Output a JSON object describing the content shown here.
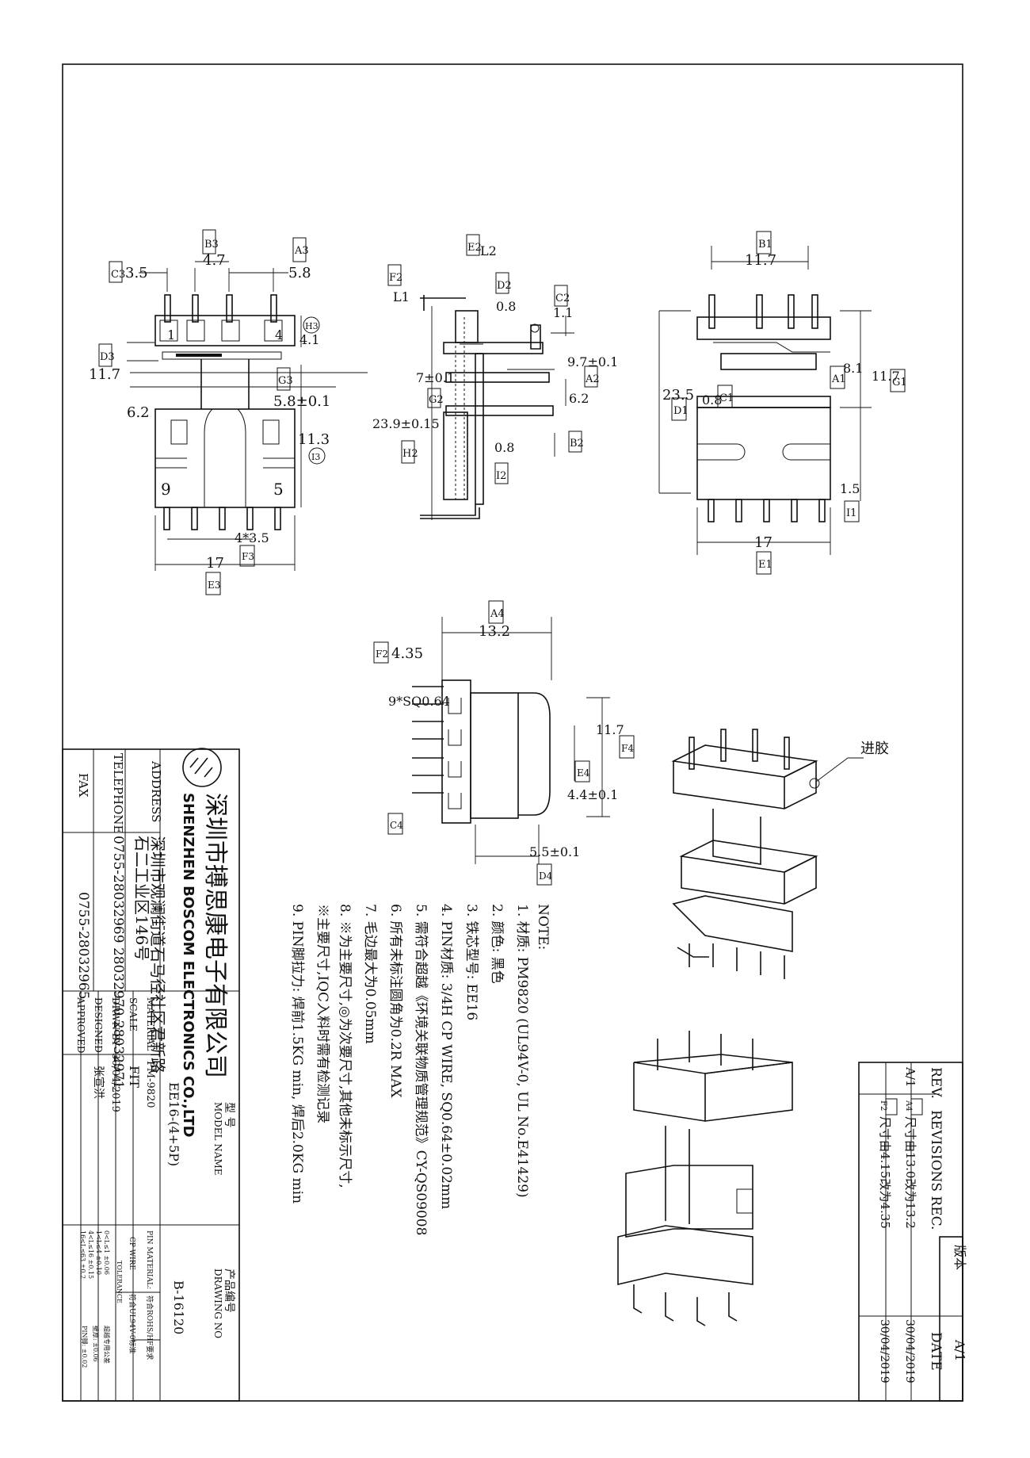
{
  "front_view": {
    "C3_tag": "C3",
    "C3_val": "3.5",
    "B3_tag": "B3",
    "B3_val": "4.7",
    "A3_tag": "A3",
    "A3_val": "5.8",
    "H3_tag": "H3",
    "H3_val": "4.1",
    "D3_tag": "D3",
    "D3_val": "11.7",
    "G3_tag": "G3",
    "G3_val": "5.8±0.1",
    "left_val": "6.2",
    "I3_tag": "I3",
    "I3_val": "11.3",
    "pitch_val": "4*3.5",
    "F3_tag": "F3",
    "width_val": "17",
    "E3_tag": "E3",
    "pin1": "1",
    "pin4": "4",
    "pin5": "5",
    "pin9": "9"
  },
  "side_view": {
    "E2_tag": "E2",
    "L2": "L2",
    "F2_tag": "F2",
    "L1": "L1",
    "D2_tag": "D2",
    "D2_val": "0.8",
    "C2_tag": "C2",
    "C2_val": "1.1",
    "A2_tag": "A2",
    "A2_val": "9.7±0.1",
    "v62": "6.2",
    "v7": "7±0.1",
    "G2_tag": "G2",
    "H2_tag": "H2",
    "H2_val": "23.9±0.15",
    "B2_tag": "B2",
    "I2_tag": "I2",
    "I2_val": "0.8"
  },
  "right_view": {
    "B1_tag": "B1",
    "B1_val": "11.7",
    "D1_tag": "D1",
    "D1_val": "23.5",
    "C1_tag": "C1",
    "C1_val": "0.8",
    "A1_tag": "A1",
    "A1_val": "8.1",
    "G1_tag": "G1",
    "G1_val": "11.7",
    "I1_tag": "I1",
    "I1_val": "1.5",
    "E1_tag": "E1",
    "E1_val": "17"
  },
  "bottom_view": {
    "A4_tag": "A4",
    "A4_val": "13.2",
    "F2_tag": "F2",
    "F2_val": "4.35",
    "F4_tag": "F4",
    "F4_val": "11.7",
    "pin_spec": "9*SQ0.64",
    "C4_tag": "C4",
    "E4_tag": "E4",
    "E4_val": "4.4±0.1",
    "D4_val": "5.5±0.1",
    "D4_tag": "D4"
  },
  "iso": {
    "gate_label": "进胶"
  },
  "notes": {
    "heading": "NOTE:",
    "items": [
      "1. 材质: PM9820 (UL94V-0, UL No.E41429)",
      "2. 颜色: 黑色",
      "3. 铁芯型号: EE16",
      "4. PIN材质: 3/4H CP WIRE, SQ0.64±0.02mm",
      "5. 需符合超越《环境关联物质管理规范》CY-QS09008",
      "6. 所有未标注圆角为0.2R MAX",
      "7. 毛边最大为0.05mm",
      "8. ※为主要尺寸,◎为次要尺寸,其他未标示尺寸,",
      "   ※主要尺寸,IQC入料时需有检测记录",
      "9. PIN脚拉力: 焊前1.5KG min, 焊后2.0KG min"
    ]
  },
  "revisions": {
    "header_version": "版本",
    "header_version_val": "A/1",
    "col_rev": "REV.",
    "col_desc": "REVISIONS REC.",
    "col_date": "DATE",
    "rows": [
      {
        "rev": "A/1",
        "tag": "A4",
        "desc": "尺寸由13.0改为13.2",
        "date": "30/04/2019"
      },
      {
        "rev": "",
        "tag": "F2",
        "desc": "尺寸由4.15改为4.35",
        "date": "30/04/2019"
      }
    ]
  },
  "company": {
    "name_cn": "深圳市搏思康电子有限公司",
    "name_en": "SHENZHEN BOSCOM ELECTRONICS CO.,LTD",
    "address_label": "ADDRESS",
    "address": "深圳市观澜街道石马径社区君新路",
    "address2": "石二工业区146号",
    "telephone_label": "TELEPHONE",
    "telephone": "0755-28032969  28032970  28032971",
    "fax_label": "FAX",
    "fax": "0755-28032965"
  },
  "title_block": {
    "model_label_cn": "型  号",
    "model_label": "MODEL NAME",
    "model": "EE16-(4+5P)",
    "drawing_no_label_cn": "产品编号",
    "drawing_no_label": "DRAWING NO",
    "drawing_no": "B-16120",
    "material_label": "MATERIAL",
    "material": "PM-9820",
    "pin_material_label": "PIN MATERIAL:",
    "pin_material": "CP WIRE",
    "rohs1": "符合ROHS/HF要求",
    "rohs2": "符合UL94V-0标准",
    "scale_label": "SCALE",
    "scale": "FIT",
    "drwn_label": "DRWN BY",
    "drwn_date": "30/04/2019",
    "designed_label": "DESIGNED",
    "designed_by": "张宣洪",
    "approved_label": "APPROVED",
    "tolerance_label": "TOLERANCE",
    "tol_l1": "0<L≤1   ±0.06",
    "tol_l2": "1<L≤4   ±0.10",
    "tol_l3": "4<L≤16  ±0.15",
    "tol_l4": "16<L≤63 ±0.2",
    "tol_r1": "超越专用公差",
    "tol_r2": "壁厚: ±0.06",
    "tol_r3": "PIN脚: ±0.02"
  }
}
